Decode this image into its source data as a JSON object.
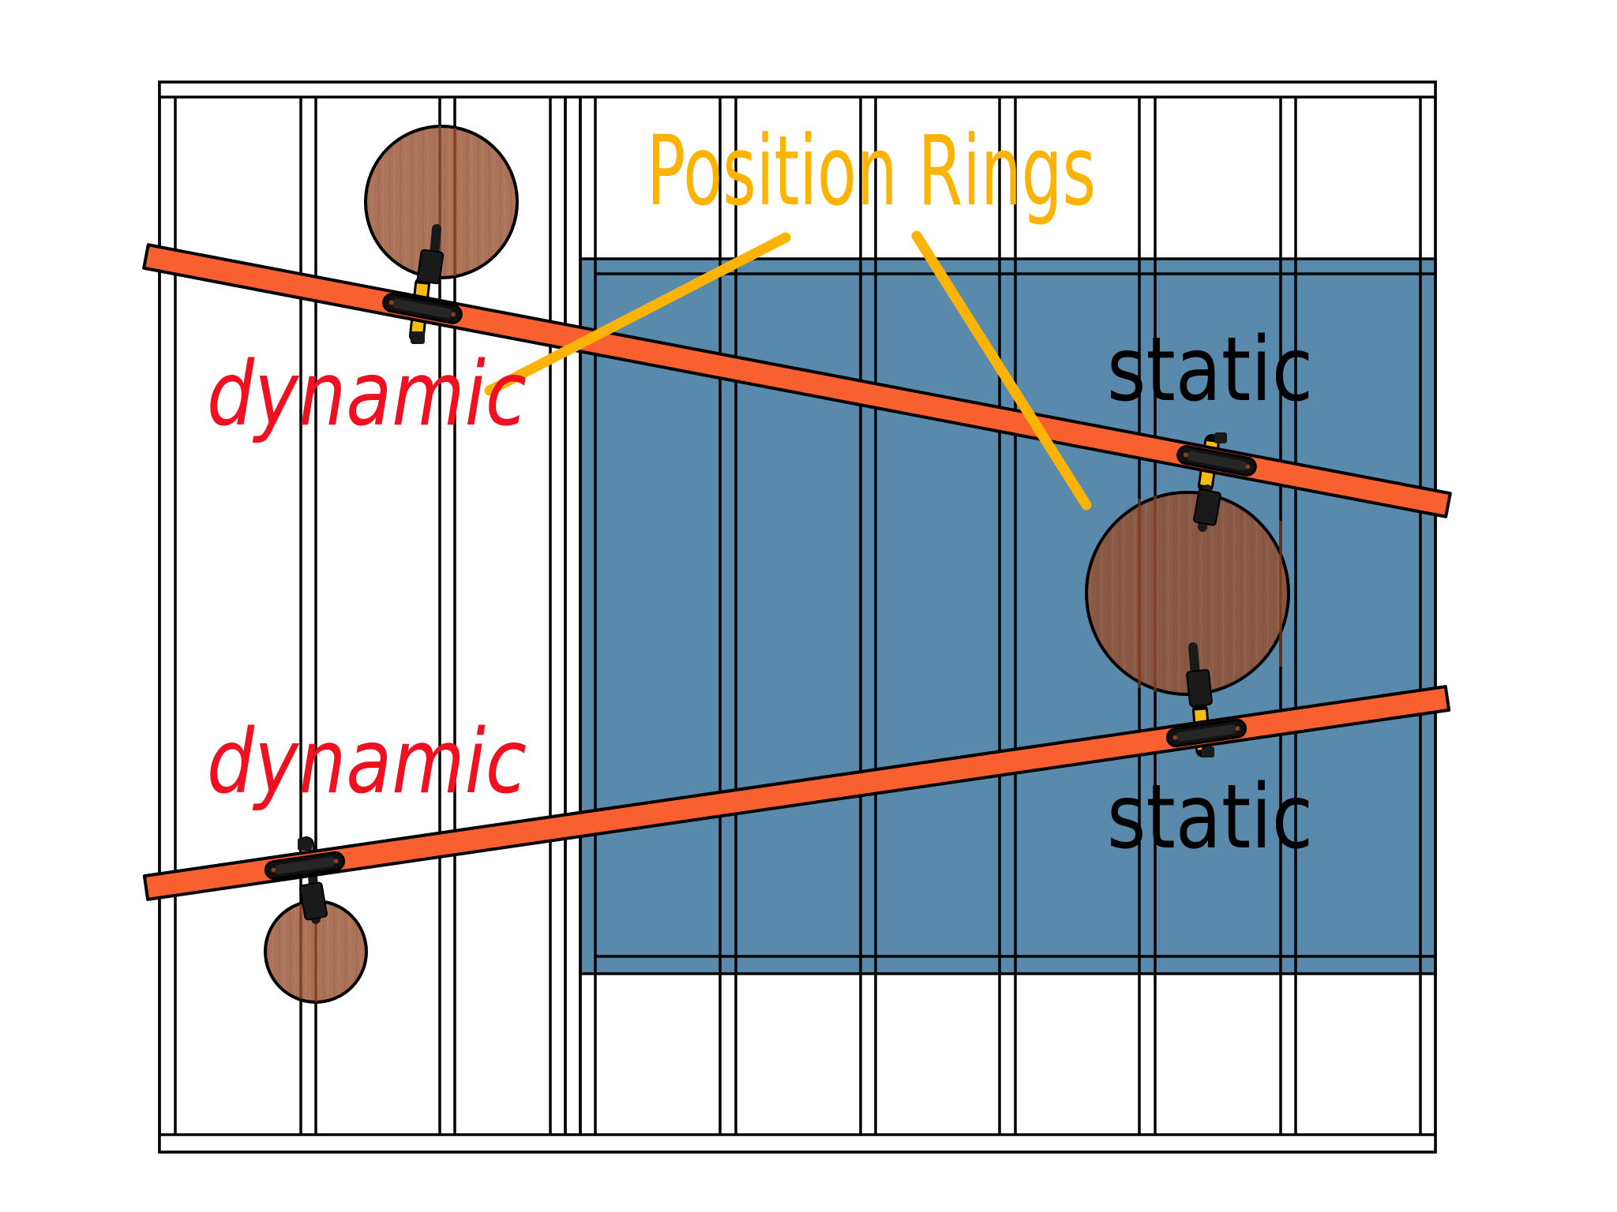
{
  "diagram": {
    "title_label": "Position Rings",
    "labels": {
      "dynamic_top": "dynamic",
      "dynamic_bottom": "dynamic",
      "static_top": "static",
      "static_bottom": "static"
    },
    "colors": {
      "background": "#ffffff",
      "frame_stroke": "#000000",
      "panel_blue": "#5a8aab",
      "bar_orange": "#f96030",
      "ring_brown": "#a86c50",
      "ring_grain": "#7a3a1a",
      "leader_yellow": "#fbb405",
      "dynamic_red": "#f01020",
      "static_black": "#000000",
      "connector_black": "#1a1a1a",
      "connector_yellow": "#f5bb10"
    },
    "components": {
      "frame": "wall stud frame",
      "panel": "blue backing panel",
      "bars": [
        "upper orange bar",
        "lower orange bar"
      ],
      "rings": [
        "upper dynamic position ring",
        "static position ring",
        "lower dynamic position ring"
      ],
      "mounts": [
        "upper-left bracket",
        "upper-right bracket",
        "lower-right bracket",
        "lower-left bracket"
      ]
    }
  }
}
